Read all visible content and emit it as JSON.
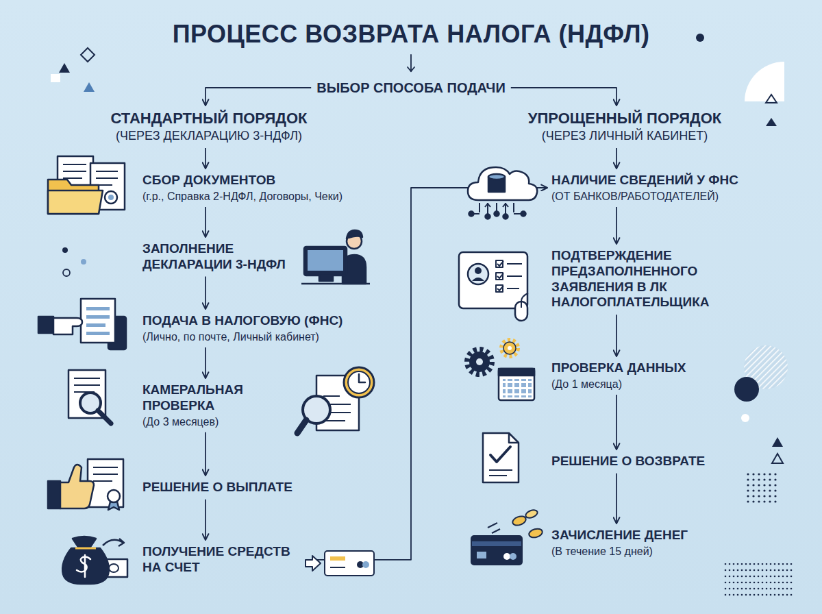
{
  "diagram": {
    "title": "ПРОЦЕСС ВОЗВРАТА НАЛОГА (НДФЛ)",
    "nodes": [
      {
        "text": [
          "ВЫБОР СПОСОБА ПОДАЧИ"
        ]
      },
      {
        "text": [
          "СТАНДАРТНЫЙ ПОРЯДОК",
          "(ЧЕРЕЗ ДЕКЛАРАЦИЮ 3-НДФЛ)"
        ]
      },
      {
        "text": [
          "УПРОЩЕННЫЙ ПОРЯДОК",
          "(ЧЕРЕЗ ЛИЧНЫЙ КАБИНЕТ)"
        ]
      },
      {
        "text": [
          "СБОР ДОКУМЕНТОВ",
          "(г.р., Справка 2-НДФЛ, Договоры, Чеки)"
        ]
      },
      {
        "text": [
          "ЗАПОЛНЕНИЕ ДЕКЛАРАЦИИ 3-НДФЛ"
        ]
      },
      {
        "text": [
          "ПОДАЧА В НАЛОГОВУЮ (ФНС)",
          "(Лично, по почте, Личный кабинет)"
        ]
      },
      {
        "text": [
          "КАМЕРАЛЬНАЯ ПРОВЕРКА",
          "(До 3 месяцев)"
        ]
      },
      {
        "text": [
          "РЕШЕНИЕ О ВЫПЛАТЕ"
        ]
      },
      {
        "text": [
          "ПОЛУЧЕНИЕ СРЕДСТВ НА СЧЕТ"
        ]
      },
      {
        "text": [
          "НАЛИЧИЕ СВЕДЕНИЙ У ФНС",
          "(ОТ БАНКОВ/РАБОТОДАТЕЛЕЙ)"
        ]
      },
      {
        "text": [
          "ПОДТВЕРЖДЕНИЕ ПРЕДЗАПОЛНЕННОГО ЗАЯВЛЕНИЯ В ЛК НАЛОГОПЛАТЕЛЬЩИКА"
        ]
      },
      {
        "text": [
          "ПРОВЕРКА ДАННЫХ",
          "(До 1 месяца)"
        ]
      },
      {
        "text": [
          "РЕШЕНИЕ О ВОЗВРАТЕ"
        ]
      },
      {
        "text": [
          "ЗАЧИСЛЕНИЕ ДЕНЕГ",
          "(В течение 15 дней)"
        ]
      }
    ],
    "edges": [
      {
        "from": 0,
        "to": 1,
        "arrow": "to"
      },
      {
        "from": 0,
        "to": 2,
        "arrow": "to"
      },
      {
        "from": 1,
        "to": 3,
        "arrow": "to"
      },
      {
        "from": 3,
        "to": 4,
        "arrow": "to"
      },
      {
        "from": 4,
        "to": 5,
        "arrow": "to"
      },
      {
        "from": 5,
        "to": 6,
        "arrow": "to"
      },
      {
        "from": 6,
        "to": 7,
        "arrow": "to"
      },
      {
        "from": 7,
        "to": 8,
        "arrow": "to"
      },
      {
        "from": 8,
        "to": 9,
        "arrow": "to"
      },
      {
        "from": 2,
        "to": 9,
        "arrow": "to"
      },
      {
        "from": 9,
        "to": 10,
        "arrow": "to"
      },
      {
        "from": 10,
        "to": 11,
        "arrow": "to"
      },
      {
        "from": 11,
        "to": 12,
        "arrow": "to"
      },
      {
        "from": 12,
        "to": 13,
        "arrow": "to"
      }
    ]
  }
}
